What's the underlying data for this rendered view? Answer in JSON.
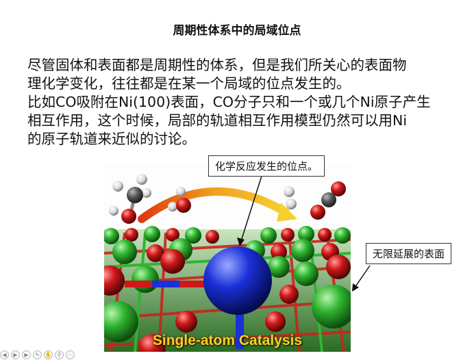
{
  "slide": {
    "title": "周期性体系中的局域位点",
    "paragraph_lines": [
      "尽管固体和表面都是周期性的体系，但是我们所关心的表面物",
      "理化学变化，往往都是在某一个局域的位点发生的。",
      "比如CO吸附在Ni(100)表面，CO分子只和一个或几个Ni原子产生",
      "相互作用，这个时候，局部的轨道相互作用模型仍然可以用Ni",
      "的原子轨道来近似的讨论。"
    ],
    "callout_active_site": "化学反应发生的位点。",
    "callout_surface": "无限延展的表面",
    "figure_caption": "Single-atom Catalysis"
  },
  "colors": {
    "surface_atom": "#2fb52f",
    "oxygen_atom": "#d01818",
    "single_atom": "#1a30d8",
    "carbon_atom": "#555555",
    "hydrogen_atom": "#e8e8e8",
    "arrow_orange": "#f0a020",
    "caption_yellow": "#f2d028"
  },
  "toolbar_icons": [
    "prev-icon",
    "play-icon",
    "next-icon",
    "pen-icon",
    "hand-icon",
    "zoom-icon",
    "more-icon"
  ]
}
